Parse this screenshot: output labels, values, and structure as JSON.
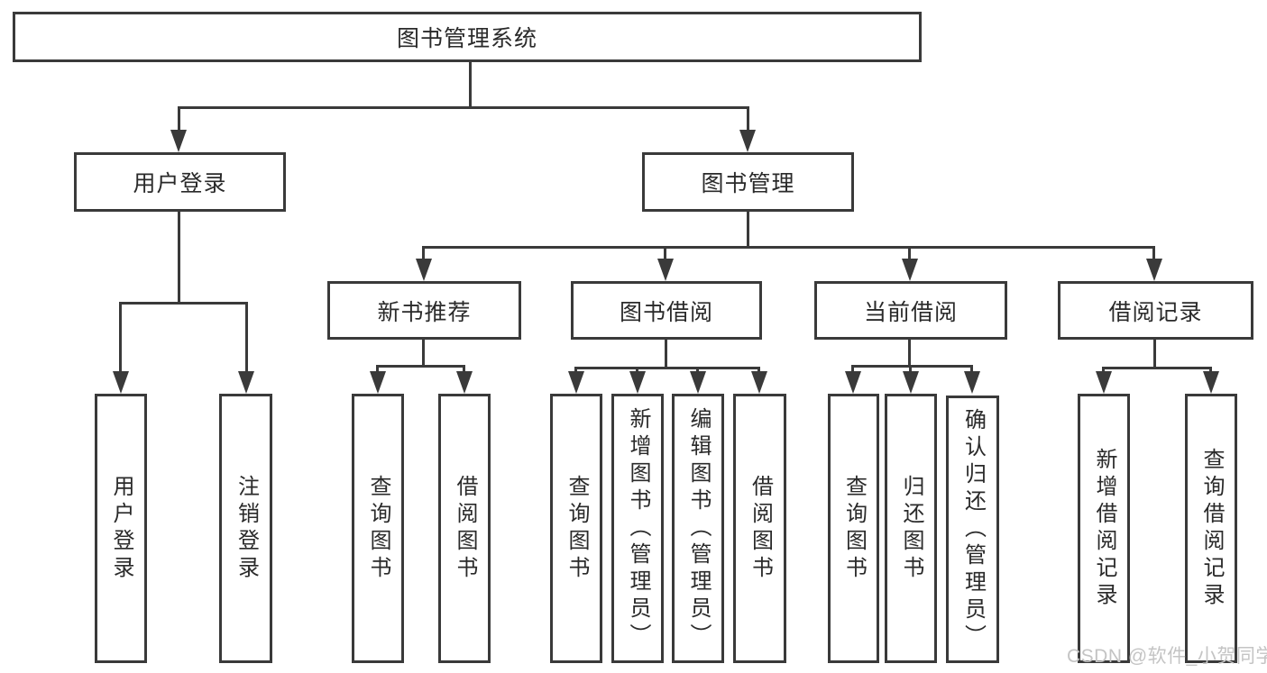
{
  "diagram": {
    "root": {
      "label": "图书管理系统"
    },
    "branches": [
      {
        "label": "用户登录",
        "children": [
          {
            "label": "用户登录"
          },
          {
            "label": "注销登录"
          }
        ]
      },
      {
        "label": "图书管理",
        "children": [
          {
            "label": "新书推荐",
            "children": [
              {
                "label": "查询图书"
              },
              {
                "label": "借阅图书"
              }
            ]
          },
          {
            "label": "图书借阅",
            "children": [
              {
                "label": "查询图书"
              },
              {
                "label": "新增图书（管理员）"
              },
              {
                "label": "编辑图书（管理员）"
              },
              {
                "label": "借阅图书"
              }
            ]
          },
          {
            "label": "当前借阅",
            "children": [
              {
                "label": "查询图书"
              },
              {
                "label": "归还图书"
              },
              {
                "label": "确认归还（管理员）"
              }
            ]
          },
          {
            "label": "借阅记录",
            "children": [
              {
                "label": "新增借阅记录"
              },
              {
                "label": "查询借阅记录"
              }
            ]
          }
        ]
      }
    ]
  },
  "watermark": {
    "text": "CSDN @软件_小贺同学"
  },
  "colors": {
    "line": "#3a3a3a",
    "text": "#2a2a2a",
    "watermark": "#c4c4c4",
    "background": "#ffffff"
  }
}
